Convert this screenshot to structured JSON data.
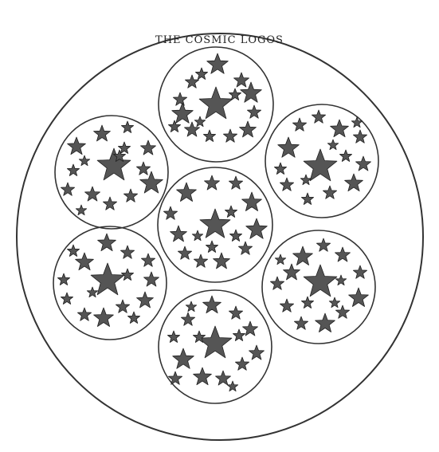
{
  "title": "THE COSMIC LOGOS",
  "colors": {
    "ink": "#333333",
    "star_fill": "#555555",
    "paper": "#ffffff"
  },
  "circles": [
    {
      "name": "top"
    },
    {
      "name": "upper-left"
    },
    {
      "name": "upper-right"
    },
    {
      "name": "center"
    },
    {
      "name": "lower-left"
    },
    {
      "name": "lower-right"
    },
    {
      "name": "bottom"
    }
  ]
}
